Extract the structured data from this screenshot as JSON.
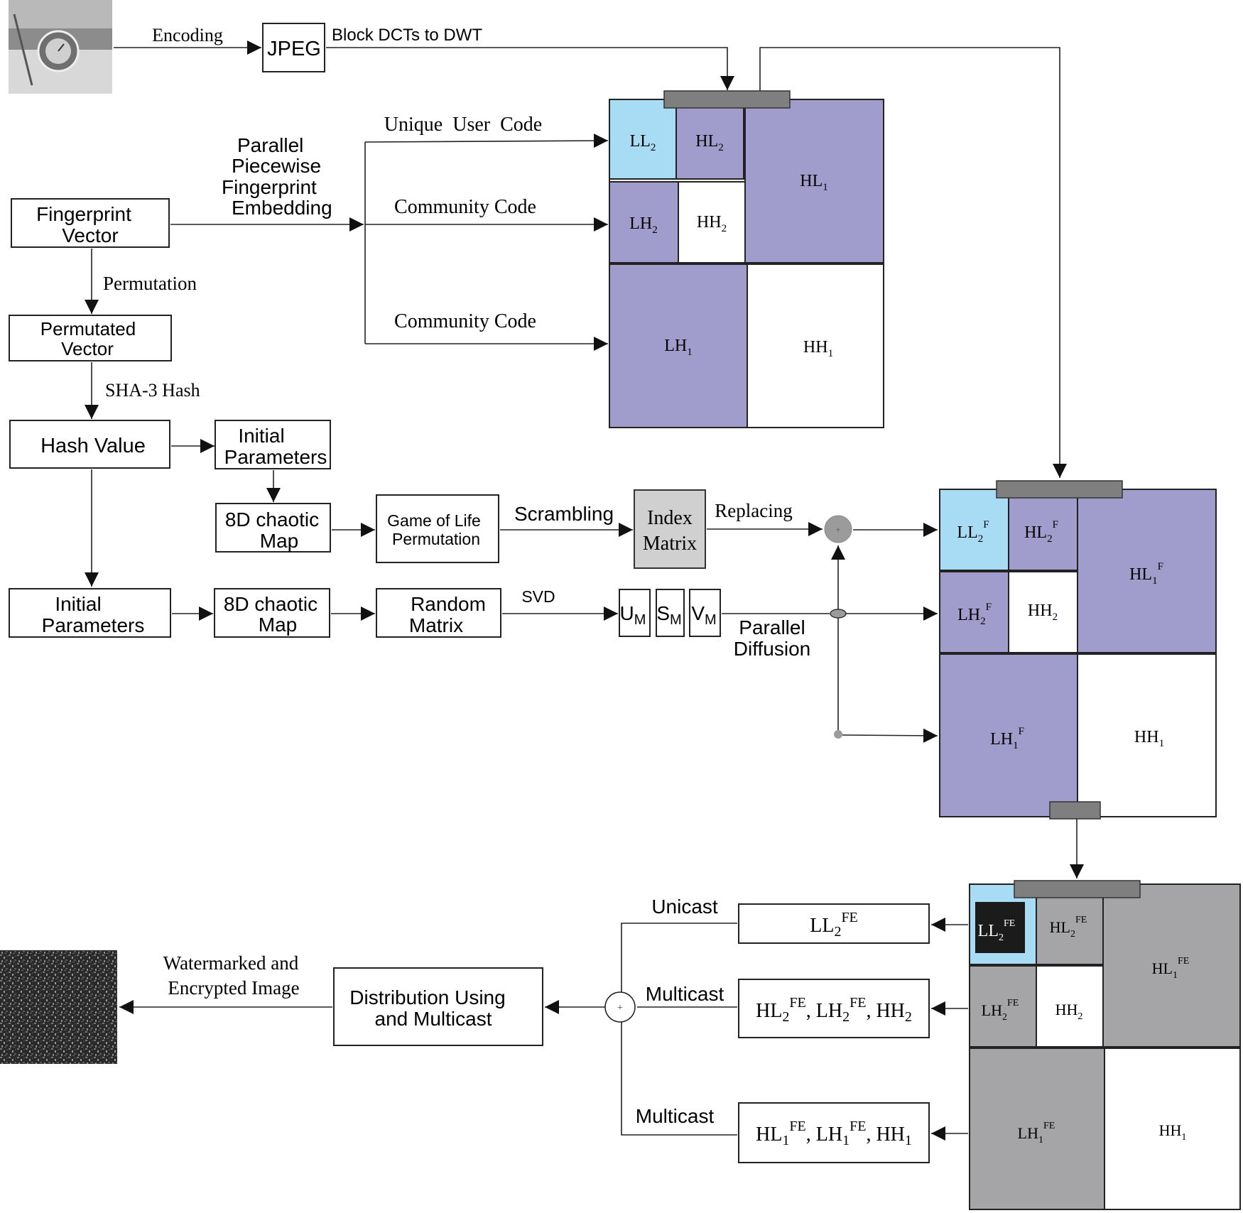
{
  "colors": {
    "ll_blue": "#a8dcf4",
    "band_purple": "#a09dcd",
    "encrypted_gray": "#a5a5a7",
    "bar_gray": "#7f7f7f",
    "index_gray": "#d0d0d0",
    "black": "#1b1b1b"
  },
  "flow": {
    "encoding": "Encoding",
    "jpeg": "JPEG",
    "block_dct": "Block DCTs to DWT",
    "parallel": [
      "Parallel",
      "Piecewise",
      "Fingerprint",
      "Embedding"
    ],
    "fingerprint_vector": [
      "Fingerprint",
      "Vector"
    ],
    "permutation": "Permutation",
    "permutated_vector": [
      "Permutated",
      "Vector"
    ],
    "sha3": "SHA-3 Hash",
    "hash_value": "Hash Value",
    "initial_parameters": [
      "Initial",
      "Parameters"
    ],
    "chaotic_map": [
      "8D chaotic",
      "Map"
    ],
    "game_of_life": [
      "Game of Life",
      "Permutation"
    ],
    "scrambling": "Scrambling",
    "index_matrix": [
      "Index",
      "Matrix"
    ],
    "replacing": "Replacing",
    "random_matrix": [
      "Random",
      "Matrix"
    ],
    "svd": "SVD",
    "svd_parts": [
      "U",
      "S",
      "V"
    ],
    "svd_sub": "M",
    "parallel_diffusion": [
      "Parallel",
      "Diffusion"
    ],
    "unique_user_code": "Unique  User  Code",
    "community_code": "Community Code",
    "unicast": "Unicast",
    "multicast": "Multicast",
    "distribution": [
      "Distribution Using",
      "and Multicast"
    ],
    "watermarked": [
      "Watermarked and",
      "Encrypted Image"
    ]
  },
  "subbands": {
    "ll2": [
      "LL",
      "2"
    ],
    "hl2": [
      "HL",
      "2"
    ],
    "lh2": [
      "LH",
      "2"
    ],
    "hh2": [
      "HH",
      "2"
    ],
    "hl1": [
      "HL",
      "1"
    ],
    "lh1": [
      "LH",
      "1"
    ],
    "hh1": [
      "HH",
      "1"
    ],
    "sup_f": "F",
    "sup_fe": "FE"
  },
  "outputs": {
    "unicast_box": "LL",
    "multicast_box_a": [
      "HL",
      "LH",
      "HH"
    ],
    "level_a": "2",
    "level_b": "1",
    "sep": ", "
  }
}
